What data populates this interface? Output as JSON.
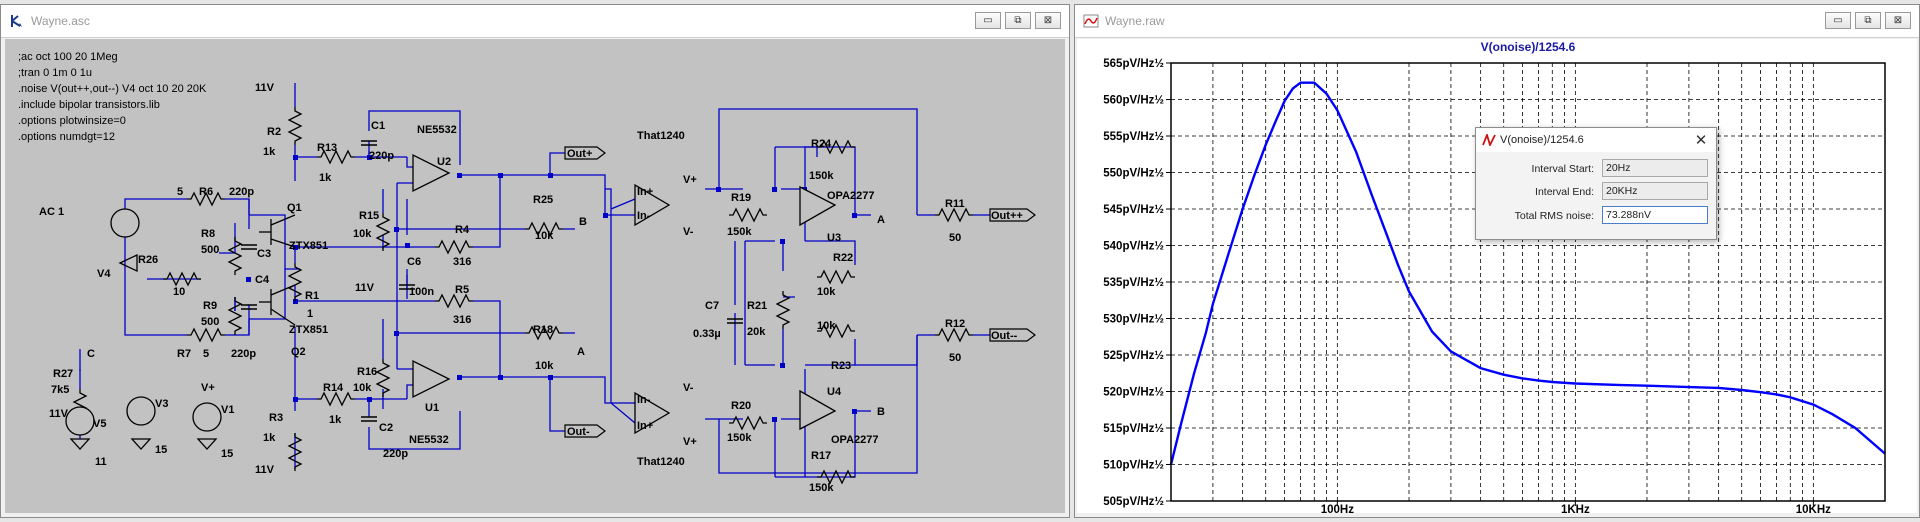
{
  "schematic_window": {
    "title": "Wayne.asc",
    "controls": {
      "minimize": "▭",
      "maximize": "⧉",
      "close": "⊠"
    },
    "directives": [
      ";ac oct 100 20 1Meg",
      ";tran 0 1m 0 1u",
      ".noise V(out++,out--) V4 oct 10 20 20K",
      ".include bipolar transistors.lib",
      ".options plotwinsize=0",
      ".options numdgt=12"
    ],
    "components": {
      "ac_source": "AC 1",
      "v4": "V4",
      "v5": "V5",
      "v5_val": "11",
      "v3": "V3",
      "v3_val": "15",
      "v1": "V1",
      "v1_val": "15",
      "r27": "R27",
      "r27_val": "7k5",
      "r27_node": "C",
      "v5_top": "11V",
      "r6": "R6",
      "r6_val": "5",
      "r7": "R7",
      "r7_val": "5",
      "r8": "R8",
      "r8_val": "500",
      "r9": "R9",
      "r9_val": "500",
      "r26": "R26",
      "r26_val": "10",
      "c3": "C3",
      "c3_val": "220p",
      "c4": "C4",
      "c4_val": "220p",
      "q1": "Q1",
      "q1_model": "ZTX851",
      "q2": "Q2",
      "q2_model": "ZTX851",
      "r1": "R1",
      "r1_val": "1",
      "r2": "R2",
      "r2_val": "1k",
      "r3": "R3",
      "r3_val": "1k",
      "top_rail": "11V",
      "bot_rail": "11V",
      "r13": "R13",
      "r13_val": "1k",
      "r14": "R14",
      "r14_val": "1k",
      "c1": "C1",
      "c1_val": "220p",
      "c2": "C2",
      "c2_val": "220p",
      "u2": "U2",
      "u2_model": "NE5532",
      "u1": "U1",
      "u1_model": "NE5532",
      "r15": "R15",
      "r15_val": "10k",
      "r16": "R16",
      "r16_val": "10k",
      "c6": "C6",
      "c6_val": "100n",
      "mid_rail": "11V",
      "r4": "R4",
      "r4_val": "316",
      "r5": "R5",
      "r5_val": "316",
      "r25": "R25",
      "r25_val": "10k",
      "r25_node": "B",
      "r18": "R18",
      "r18_val": "10k",
      "r18_node": "A",
      "out_p": "Out+",
      "out_m": "Out-",
      "that1": "That1240",
      "that2": "That1240",
      "in_minus": "In-",
      "in_plus": "In+",
      "v_plus": "V+",
      "v_minus": "V-",
      "r19": "R19",
      "r19_val": "150k",
      "r20": "R20",
      "r20_val": "150k",
      "r24": "R24",
      "r24_val": "150k",
      "r22": "R22",
      "r22_val": "10k",
      "r17": "R17",
      "r17_val": "150k",
      "r23": "R23",
      "r23_val": "10k",
      "u3": "U3",
      "u4": "U4",
      "opa1": "OPA2277",
      "opa2": "OPA2277",
      "node_a": "A",
      "node_b": "B",
      "c7": "C7",
      "c7_val": "0.33µ",
      "r21": "R21",
      "r21_val": "20k",
      "r11": "R11",
      "r11_val": "50",
      "r12": "R12",
      "r12_val": "50",
      "outpp": "Out++",
      "outmm": "Out--",
      "vplus_sym": "V+"
    }
  },
  "plot_window": {
    "title": "Wayne.raw",
    "controls": {
      "minimize": "▭",
      "maximize": "⧉",
      "close": "⊠"
    }
  },
  "chart_data": {
    "type": "line",
    "title": "V(onoise)/1254.6",
    "x_scale": "log",
    "xlim": [
      20,
      20000
    ],
    "ylim": [
      505,
      565
    ],
    "x_tick_labels": [
      "100Hz",
      "1KHz",
      "10KHz"
    ],
    "y_tick_labels": [
      "565pV/Hz½",
      "560pV/Hz½",
      "555pV/Hz½",
      "550pV/Hz½",
      "545pV/Hz½",
      "540pV/Hz½",
      "535pV/Hz½",
      "530pV/Hz½",
      "525pV/Hz½",
      "520pV/Hz½",
      "515pV/Hz½",
      "510pV/Hz½",
      "505pV/Hz½"
    ],
    "y_tick_values": [
      565,
      560,
      555,
      550,
      545,
      540,
      535,
      530,
      525,
      520,
      515,
      510,
      505
    ],
    "grid": true,
    "color": "#0000ff",
    "series": [
      {
        "x": [
          20,
          22,
          25,
          28,
          30,
          35,
          40,
          45,
          50,
          55,
          60,
          65,
          70,
          80,
          90,
          100,
          120,
          140,
          160,
          180,
          200,
          250,
          300,
          400,
          500,
          600,
          700,
          800,
          1000,
          1500,
          2000,
          3000,
          4000,
          5000,
          6000,
          7000,
          8000,
          10000,
          12000,
          15000,
          20000
        ],
        "values": [
          510,
          515.5,
          522.5,
          528,
          532,
          539,
          545,
          549.8,
          553.8,
          557,
          559.8,
          561.5,
          562.3,
          562.3,
          560.8,
          558.5,
          552.8,
          546.8,
          541.8,
          537.3,
          533.7,
          528.2,
          525.5,
          523.2,
          522.3,
          521.8,
          521.5,
          521.3,
          521.1,
          520.9,
          520.8,
          520.6,
          520.5,
          520.2,
          519.9,
          519.6,
          519.2,
          518.2,
          516.9,
          515.0,
          511.5
        ]
      }
    ]
  },
  "dialog": {
    "title": "V(onoise)/1254.6",
    "close": "✕",
    "interval_start_label": "Interval Start:",
    "interval_start": "20Hz",
    "interval_end_label": "Interval End:",
    "interval_end": "20KHz",
    "rms_label": "Total RMS noise:",
    "rms": "73.288nV"
  }
}
